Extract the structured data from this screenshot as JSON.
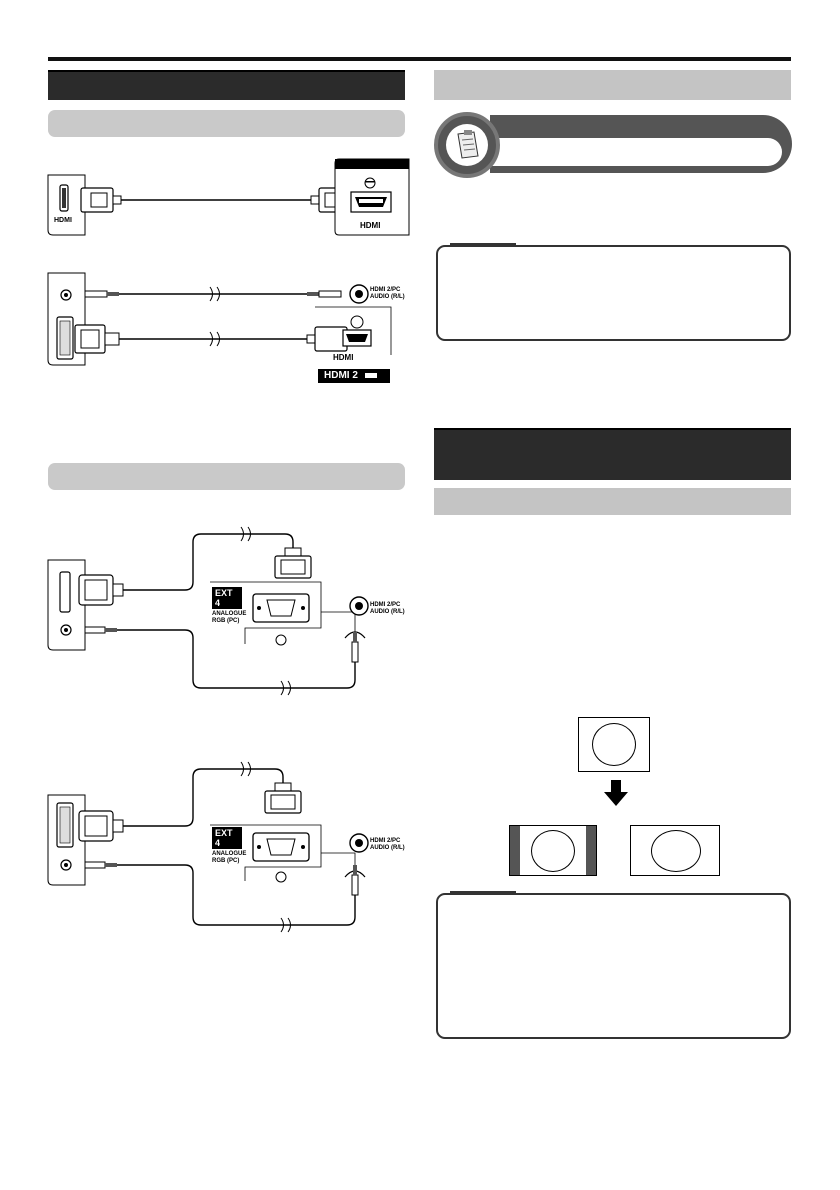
{
  "labels": {
    "hdmi_logo": "HDMI",
    "hdmi2_badge": "HDMI 2",
    "hdmi2_pc_audio": "HDMI 2/PC",
    "hdmi2_pc_audio_line2": "AUDIO (R/L)",
    "ext4_badge": "EXT 4",
    "analogue_line1": "ANALOGUE",
    "analogue_line2": "RGB (PC)"
  },
  "colors": {
    "dark_bar": "#2b2b2b",
    "grey_bar": "#c4c4c4",
    "ink": "#000000"
  }
}
